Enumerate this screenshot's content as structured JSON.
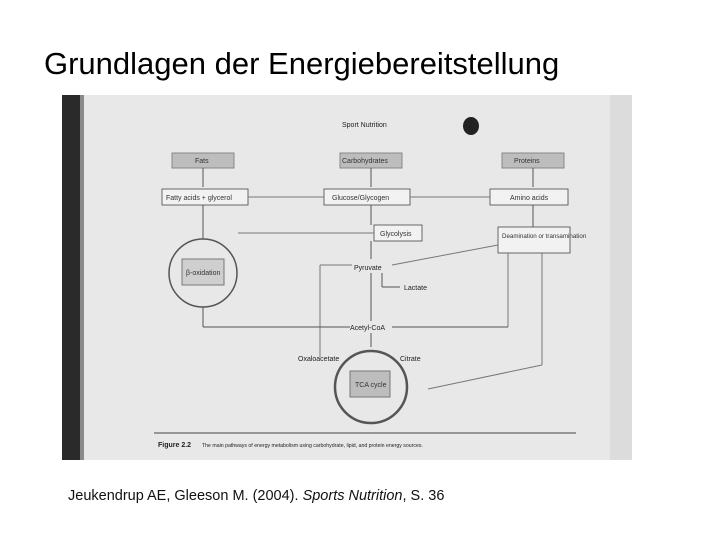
{
  "slide": {
    "title": "Grundlagen der Energiebereitstellung",
    "caption": {
      "authors": "Jeukendrup AE, Gleeson M. (2004).",
      "book": "Sports Nutrition",
      "page": ", S. 36"
    }
  },
  "figure": {
    "running_header": "Sport Nutrition",
    "nodes": {
      "fats": "Fats",
      "carbohydrates": "Carbohydrates",
      "proteins": "Proteins",
      "fatty_acids": "Fatty acids + glycerol",
      "glucose": "Glucose/Glycogen",
      "amino_acids": "Amino acids",
      "glycolysis": "Glycolysis",
      "deamination": "Deamination or transamination",
      "beta_oxidation": "β-oxidation",
      "pyruvate": "Pyruvate",
      "lactate": "Lactate",
      "acetyl_coa": "Acetyl-CoA",
      "oxaloacetate": "Oxaloacetate",
      "citrate": "Citrate",
      "tca_cycle": "TCA cycle"
    },
    "figure_label": "Figure 2.2",
    "figure_caption": "The main pathways of energy metabolism using carbohydrate, lipid, and protein energy sources."
  }
}
